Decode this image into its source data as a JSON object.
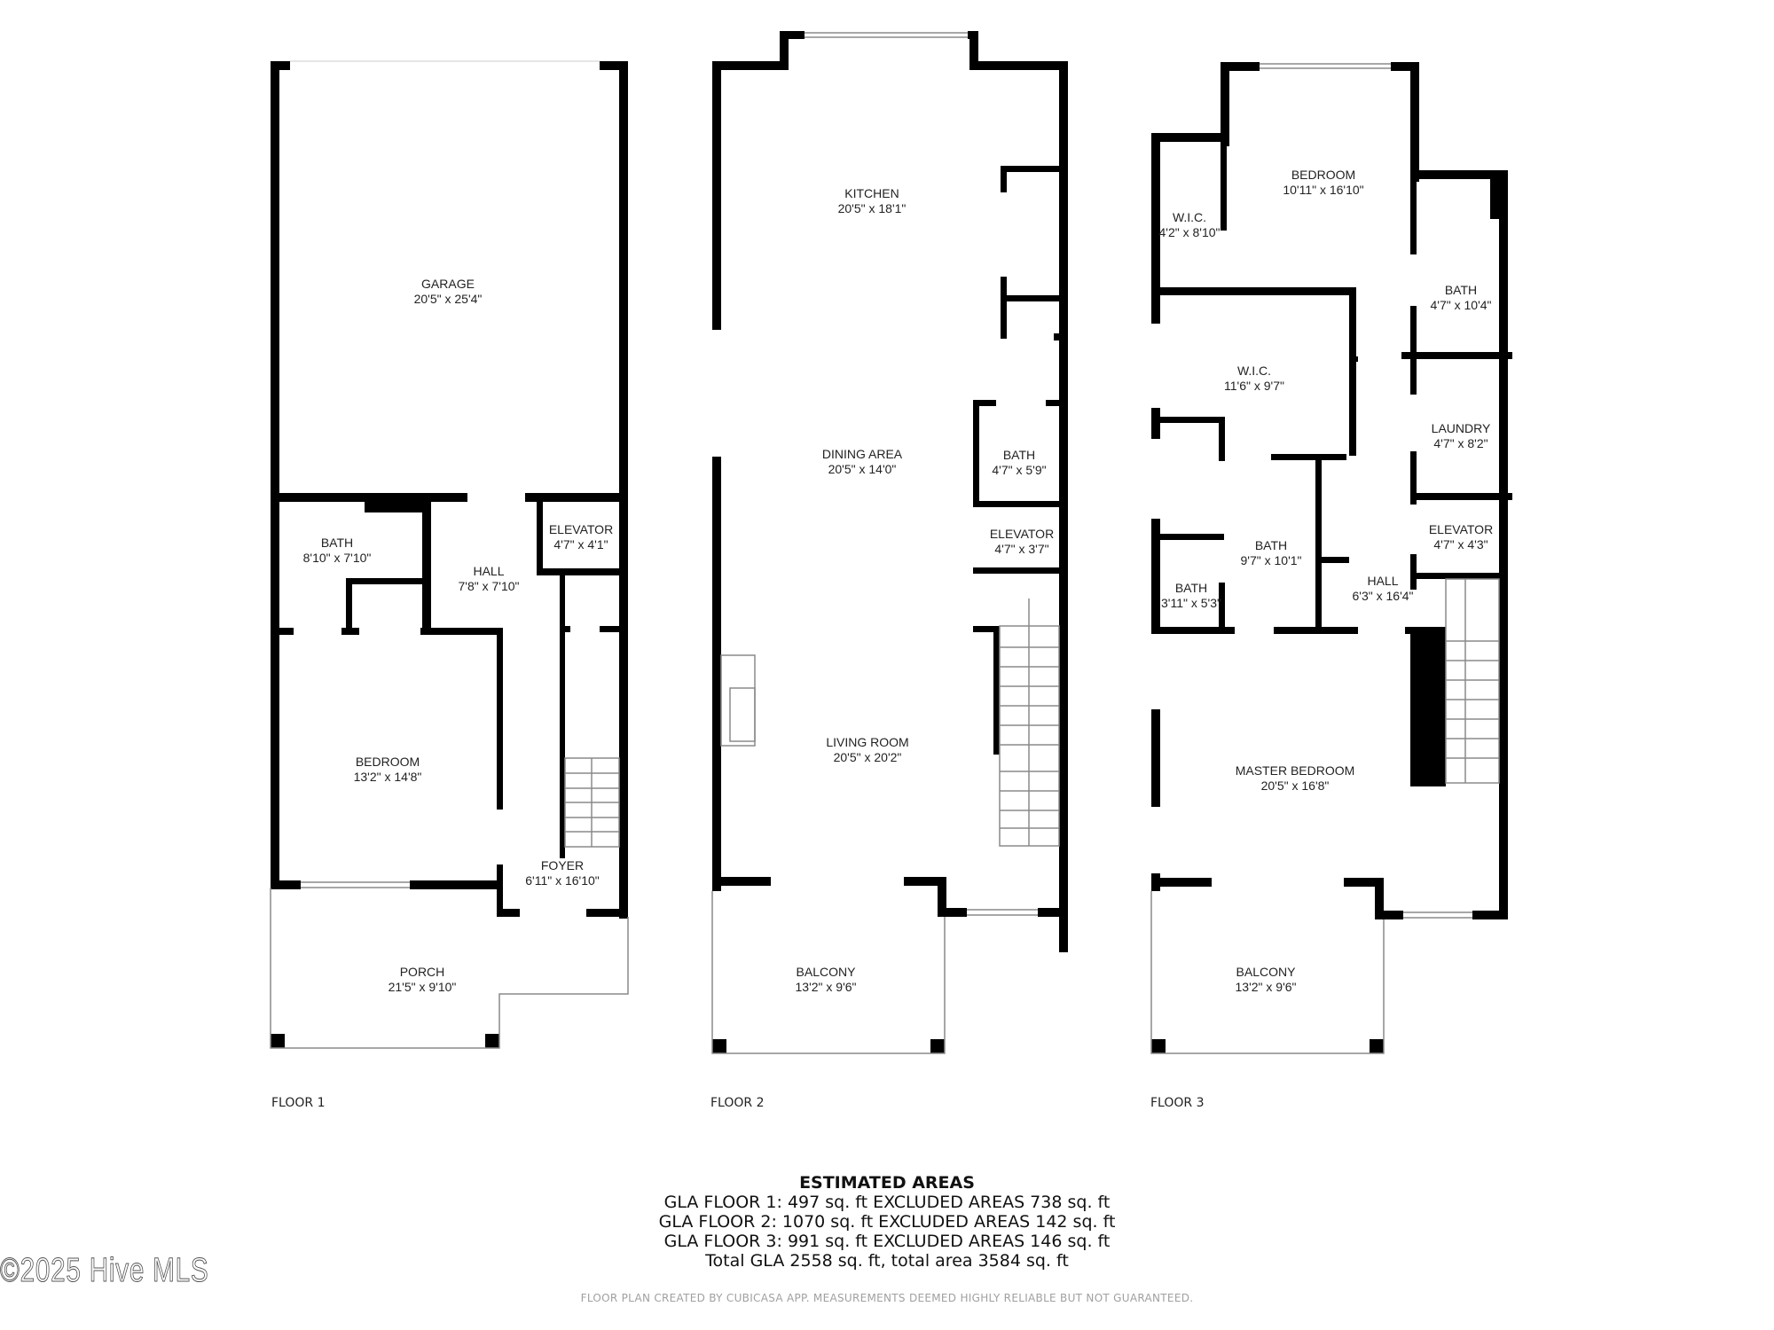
{
  "floors": [
    {
      "label": "FLOOR 1",
      "rooms": [
        {
          "name": "GARAGE",
          "dims": "20'5\" x 25'4\""
        },
        {
          "name": "BATH",
          "dims": "8'10\" x 7'10\""
        },
        {
          "name": "HALL",
          "dims": "7'8\" x 7'10\""
        },
        {
          "name": "ELEVATOR",
          "dims": "4'7\" x 4'1\""
        },
        {
          "name": "BEDROOM",
          "dims": "13'2\" x 14'8\""
        },
        {
          "name": "FOYER",
          "dims": "6'11\" x 16'10\""
        },
        {
          "name": "PORCH",
          "dims": "21'5\" x 9'10\""
        }
      ]
    },
    {
      "label": "FLOOR 2",
      "rooms": [
        {
          "name": "KITCHEN",
          "dims": "20'5\" x 18'1\""
        },
        {
          "name": "DINING AREA",
          "dims": "20'5\" x 14'0\""
        },
        {
          "name": "BATH",
          "dims": "4'7\" x 5'9\""
        },
        {
          "name": "ELEVATOR",
          "dims": "4'7\" x 3'7\""
        },
        {
          "name": "LIVING ROOM",
          "dims": "20'5\" x 20'2\""
        },
        {
          "name": "BALCONY",
          "dims": "13'2\" x 9'6\""
        }
      ]
    },
    {
      "label": "FLOOR 3",
      "rooms": [
        {
          "name": "W.I.C.",
          "dims": "4'2\" x 8'10\""
        },
        {
          "name": "BEDROOM",
          "dims": "10'11\" x 16'10\""
        },
        {
          "name": "BATH",
          "dims": "4'7\" x 10'4\""
        },
        {
          "name": "W.I.C.",
          "dims": "11'6\" x 9'7\""
        },
        {
          "name": "LAUNDRY",
          "dims": "4'7\" x 8'2\""
        },
        {
          "name": "BATH",
          "dims": "9'7\" x 10'1\""
        },
        {
          "name": "ELEVATOR",
          "dims": "4'7\" x 4'3\""
        },
        {
          "name": "BATH",
          "dims": "3'11\" x 5'3\""
        },
        {
          "name": "HALL",
          "dims": "6'3\" x 16'4\""
        },
        {
          "name": "MASTER BEDROOM",
          "dims": "20'5\" x 16'8\""
        },
        {
          "name": "BALCONY",
          "dims": "13'2\" x 9'6\""
        }
      ]
    }
  ],
  "estimated_areas": {
    "title": "ESTIMATED AREAS",
    "lines": [
      "GLA FLOOR 1: 497 sq. ft EXCLUDED AREAS 738 sq. ft",
      "GLA FLOOR 2: 1070 sq. ft EXCLUDED AREAS 142 sq. ft",
      "GLA FLOOR 3: 991 sq. ft EXCLUDED AREAS 146 sq. ft",
      "Total GLA 2558 sq. ft, total area 3584 sq. ft"
    ]
  },
  "disclaimer": "FLOOR PLAN CREATED BY CUBICASA APP. MEASUREMENTS DEEMED HIGHLY RELIABLE BUT NOT GUARANTEED.",
  "watermark": "©2025 Hive MLS",
  "colors": {
    "wall": "#000000",
    "thin_line": "#9a9a9a",
    "background": "#ffffff"
  }
}
